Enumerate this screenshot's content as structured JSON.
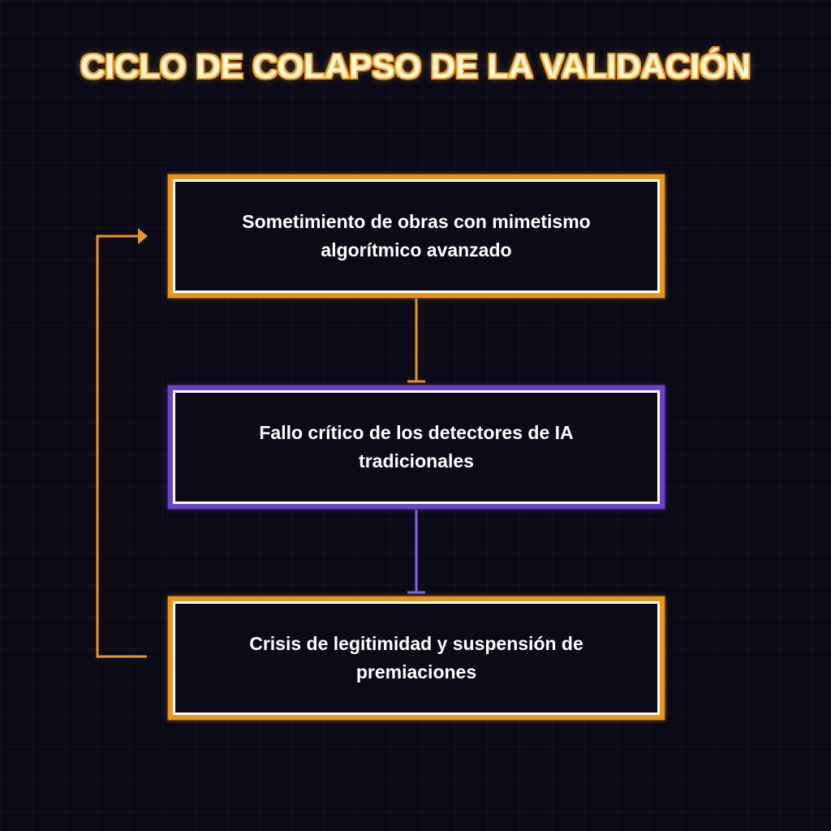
{
  "title": "CICLO DE COLAPSO DE LA VALIDACIÓN",
  "nodes": [
    {
      "label": "Sometimiento de obras con mimetismo algorítmico avanzado"
    },
    {
      "label": "Fallo crítico de los detectores de IA tradicionales"
    },
    {
      "label": "Crisis de legitimidad y suspensión de premiaciones"
    }
  ],
  "colors": {
    "background": "#0b0b18",
    "accent_orange": "#e8961e",
    "accent_purple": "#6a44c8",
    "text": "#ffffff"
  }
}
